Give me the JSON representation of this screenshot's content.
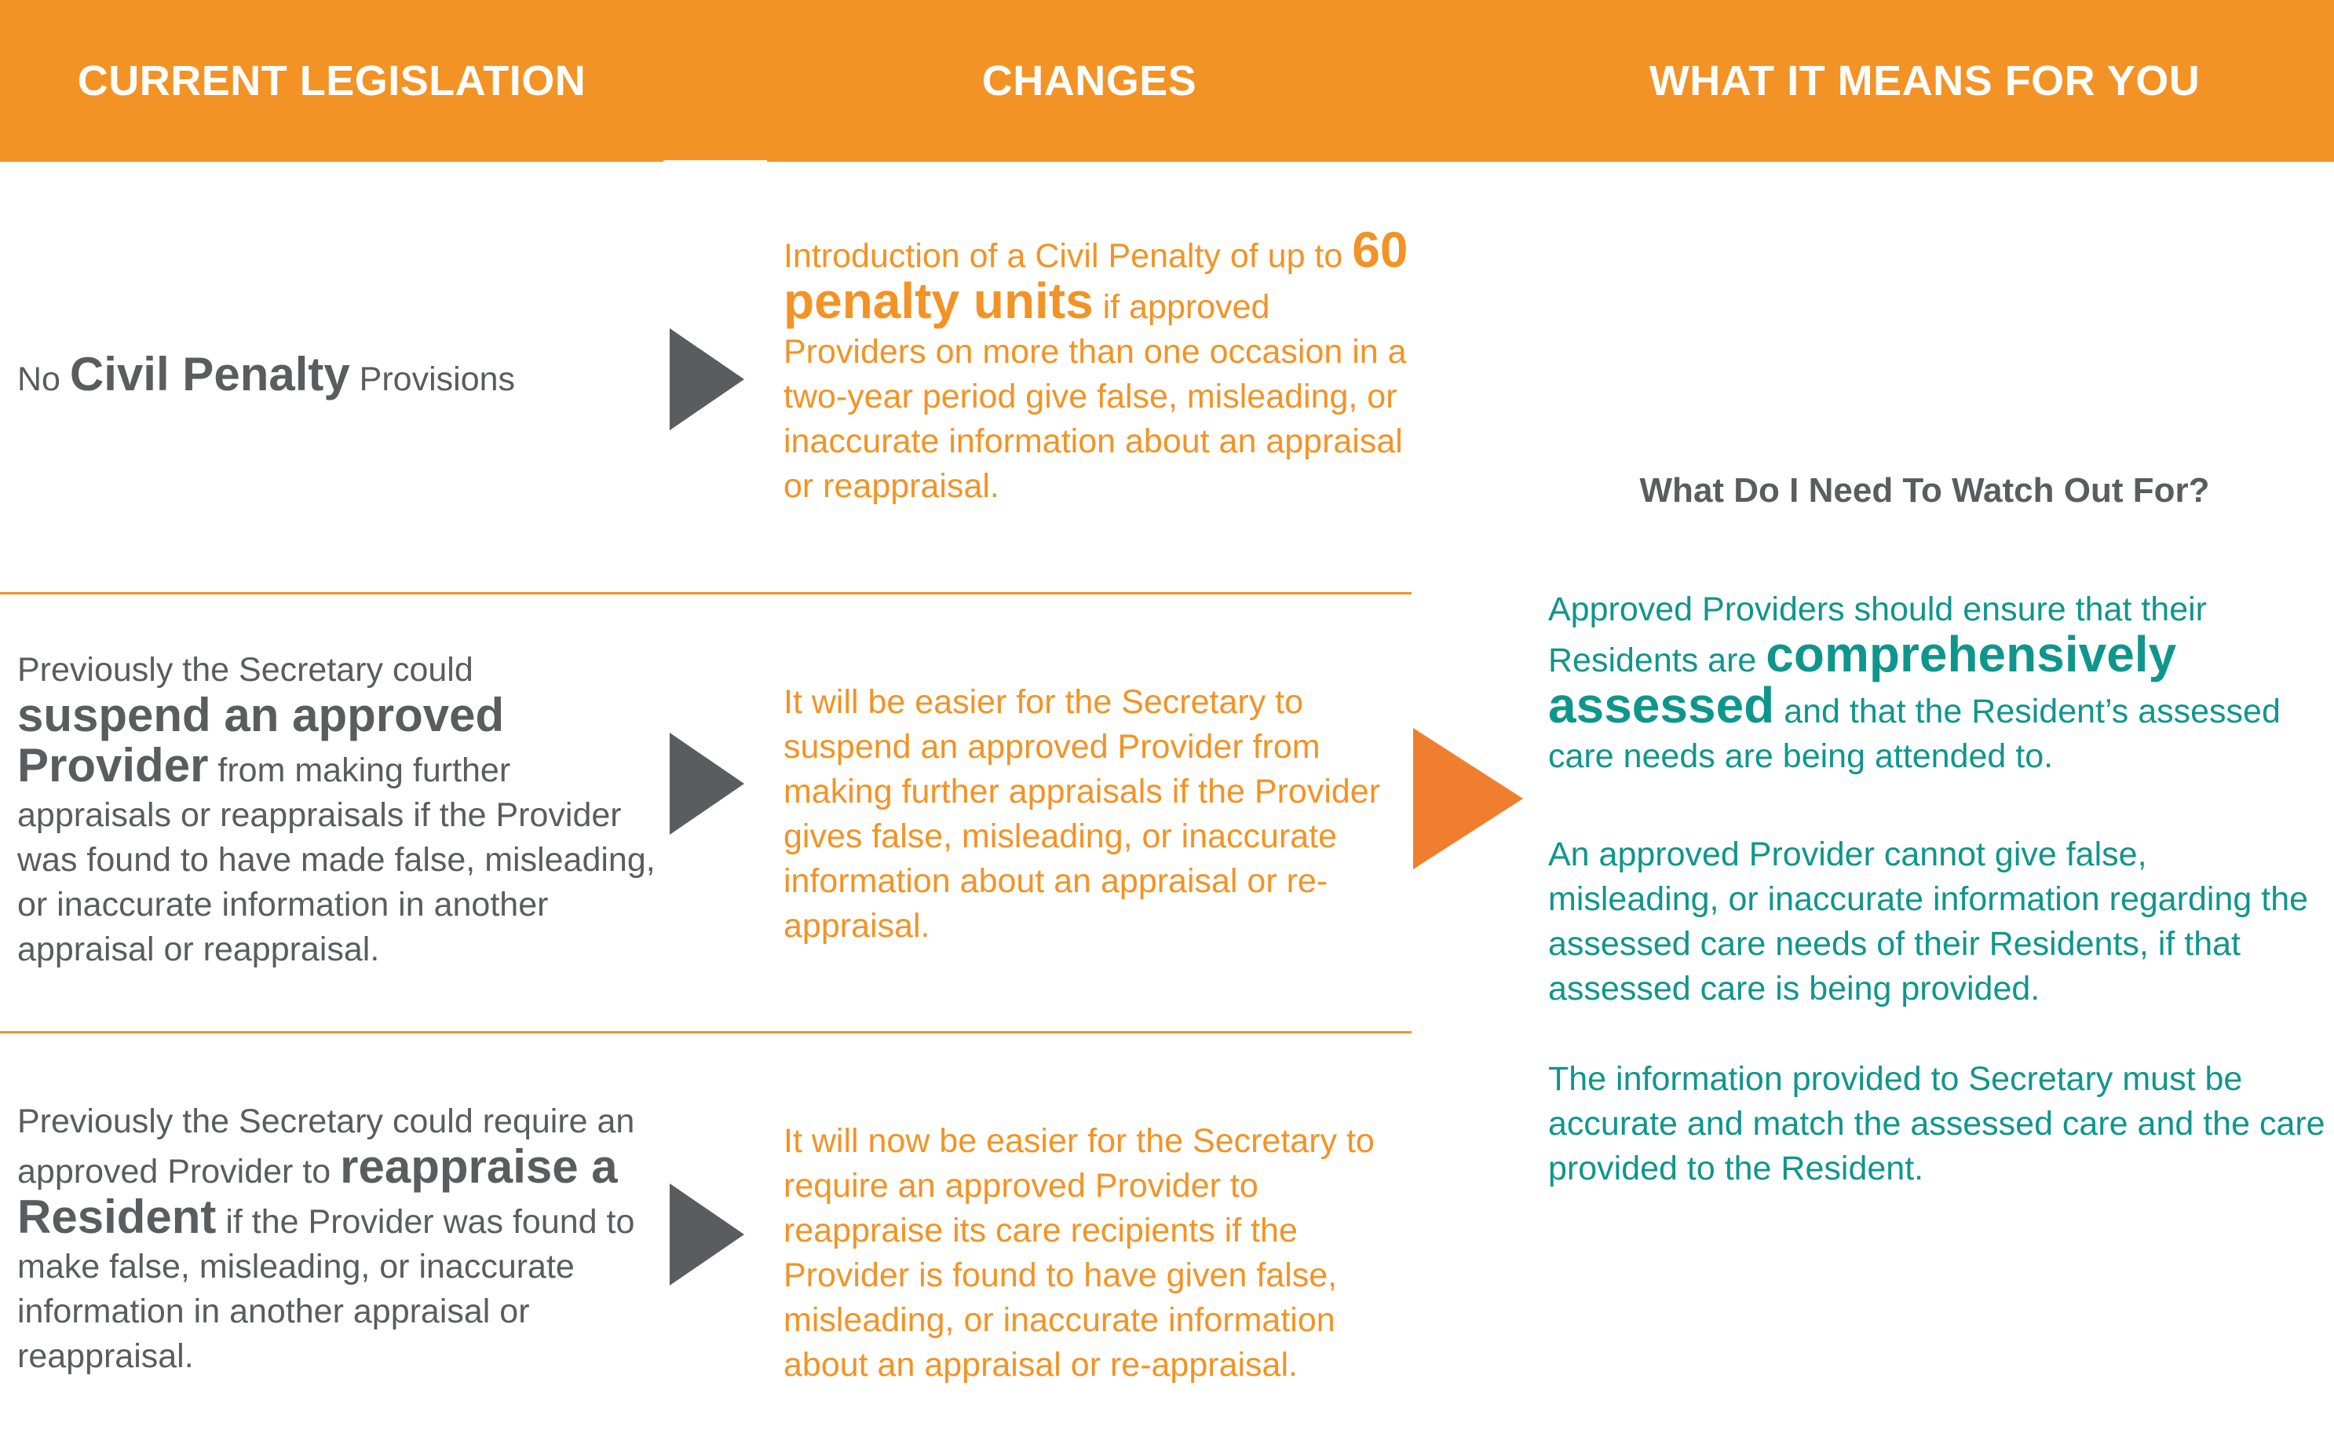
{
  "header": {
    "col1": "CURRENT LEGISLATION",
    "col2": "CHANGES",
    "col3": "WHAT IT MEANS FOR YOU"
  },
  "rows": [
    {
      "current": {
        "pre": "No ",
        "bold": "Civil Penalty",
        "post": " Provisions"
      },
      "change": {
        "pre": "Introduction of a Civil Penalty of up to ",
        "bold1": "60",
        "bold2": "penalty units",
        "post": " if approved Providers on more than one occasion in a two-year period give false, misleading, or inaccurate information about an appraisal or reappraisal."
      }
    },
    {
      "current": {
        "pre": "Previously the Secretary could ",
        "bold": "suspend an approved Provider",
        "post": " from making further appraisals or reappraisals if the Provider was found to have made false, misleading, or inaccurate information in another appraisal or reappraisal."
      },
      "change": {
        "text": "It will be easier for the Secretary to suspend an approved Provider from making further appraisals if the Provider gives false, misleading, or inaccurate information about an appraisal or re-appraisal."
      }
    },
    {
      "current": {
        "pre": "Previously the Secretary could require an approved Provider to ",
        "bold": "reappraise a Resident",
        "post": " if the Provider was found to make false, misleading, or inaccurate information in another appraisal or reappraisal."
      },
      "change": {
        "text": "It will now be easier for the Secretary to require an approved Provider to reappraise its care recipients if the Provider is found to have given false, misleading, or inaccurate information about an appraisal or re-appraisal."
      }
    }
  ],
  "means": {
    "heading": "What Do I Need To Watch Out For?",
    "p1_pre": "Approved Providers should ensure that their Residents are ",
    "p1_bold": "comprehensively assessed",
    "p1_post": " and that the Resident’s assessed care needs are being attended to.",
    "p2": "An approved Provider cannot give false, misleading, or inaccurate information regarding the assessed care needs of their Residents, if that assessed care is being provided.",
    "p3": "The information provided to Secretary must be accurate and match the assessed care and the care provided to the Resident."
  },
  "colors": {
    "header_bg": "#f39325",
    "gray_text": "#5b5c5f",
    "orange_text": "#f39325",
    "teal_text": "#0f968c",
    "arrow_gray": "#5b5c5f",
    "arrow_orange": "#ef7f2f"
  },
  "icons": [
    "arrow-right-icon",
    "arrow-right-icon",
    "arrow-right-icon",
    "arrow-right-large-icon"
  ]
}
